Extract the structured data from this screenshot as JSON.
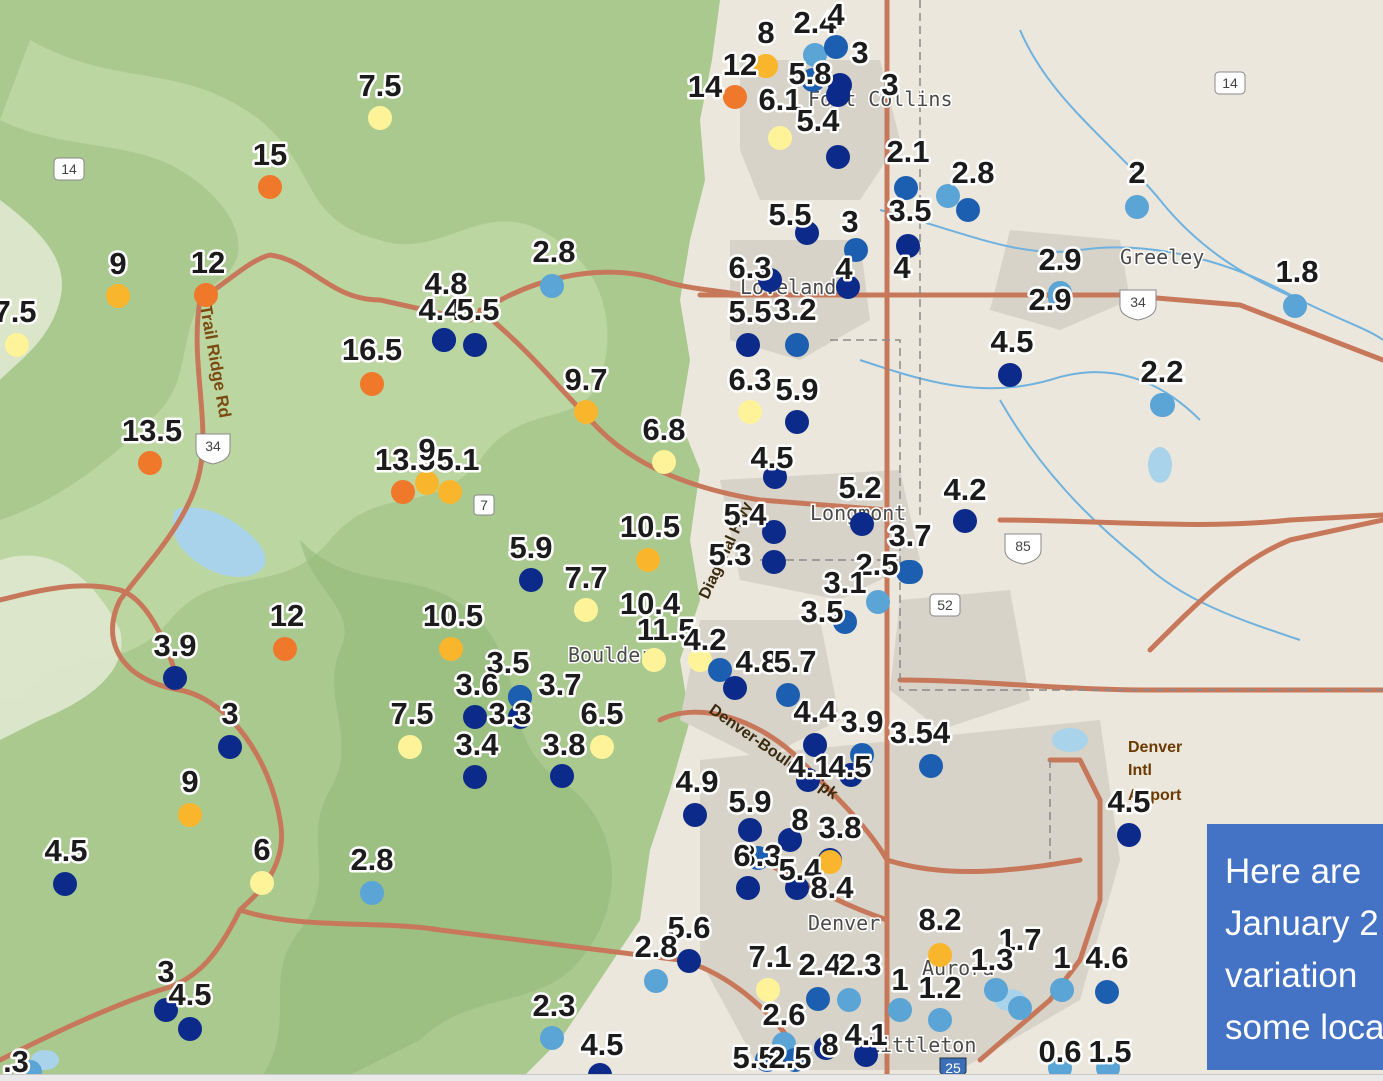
{
  "towns": {
    "fort_collins": "Fort Collins",
    "greeley": "Greeley",
    "loveland": "Loveland",
    "longmont": "Longmont",
    "boulder": "Boulder",
    "denver": "Denver",
    "aurora": "Aurora",
    "littleton": "Littleton"
  },
  "airport": {
    "line1": "Denver",
    "line2": "Intl",
    "line3": "Airport"
  },
  "roads": {
    "peak_to_peak": "Trail Ridge Rd",
    "diagonal": "Diagonal Hwy",
    "denver_boulder": "Denver-Boulder Tpk"
  },
  "shields": {
    "us34a": "34",
    "us34b": "34",
    "sh14a": "14",
    "sh14b": "14",
    "sh7": "7",
    "us85": "85",
    "sh52": "52",
    "i25": "25"
  },
  "callout": {
    "lines": [
      "Here are",
      "January 2",
      "variation",
      "some loca"
    ]
  },
  "colors": {
    "dark_blue": "#0b2a8a",
    "medium_blue": "#1c5fb0",
    "light_blue": "#5aa4d6",
    "pale_yellow": "#fff39a",
    "yellow_orange": "#f9b62c",
    "orange": "#f0782a"
  },
  "observations": [
    {
      "label": "7.5",
      "level": "pale_yellow"
    },
    {
      "label": "15",
      "level": "orange"
    },
    {
      "label": "9",
      "level": "yellow_orange"
    },
    {
      "label": "12",
      "level": "orange"
    },
    {
      "label": "7.5",
      "level": "pale_yellow"
    },
    {
      "label": "4.8",
      "level": "dark_blue"
    },
    {
      "label": "4.4",
      "level": "dark_blue"
    },
    {
      "label": "5.5",
      "level": "dark_blue"
    },
    {
      "label": "2.8",
      "level": "light_blue"
    },
    {
      "label": "16.5",
      "level": "orange"
    },
    {
      "label": "9.7",
      "level": "yellow_orange"
    },
    {
      "label": "13.5",
      "level": "orange"
    },
    {
      "label": "6.8",
      "level": "pale_yellow"
    },
    {
      "label": "13.5",
      "level": "orange"
    },
    {
      "label": "9",
      "level": "yellow_orange"
    },
    {
      "label": "5.1",
      "level": "yellow_orange"
    },
    {
      "label": "5.9",
      "level": "dark_blue"
    },
    {
      "label": "10.5",
      "level": "yellow_orange"
    },
    {
      "label": "7.7",
      "level": "pale_yellow"
    },
    {
      "label": "12",
      "level": "orange"
    },
    {
      "label": "10.5",
      "level": "yellow_orange"
    },
    {
      "label": "3.9",
      "level": "dark_blue"
    },
    {
      "label": "3",
      "level": "dark_blue"
    },
    {
      "label": "3.5",
      "level": "dark_blue"
    },
    {
      "label": "3.6",
      "level": "dark_blue"
    },
    {
      "label": "3.7",
      "level": "medium_blue"
    },
    {
      "label": "7.5",
      "level": "pale_yellow"
    },
    {
      "label": "3.3",
      "level": "dark_blue"
    },
    {
      "label": "6.5",
      "level": "pale_yellow"
    },
    {
      "label": "3.4",
      "level": "dark_blue"
    },
    {
      "label": "3.8",
      "level": "dark_blue"
    },
    {
      "label": "9",
      "level": "yellow_orange"
    },
    {
      "label": "4.5",
      "level": "dark_blue"
    },
    {
      "label": "6",
      "level": "pale_yellow"
    },
    {
      "label": "2.8",
      "level": "light_blue"
    },
    {
      "label": "3",
      "level": "dark_blue"
    },
    {
      "label": "4.5",
      "level": "dark_blue"
    },
    {
      "label": "2.3",
      "level": "light_blue"
    },
    {
      "label": "4.5",
      "level": "dark_blue"
    },
    {
      "label": "8",
      "level": "yellow_orange"
    },
    {
      "label": "2.4",
      "level": "light_blue"
    },
    {
      "label": "4",
      "level": "medium_blue"
    },
    {
      "label": "3",
      "level": "dark_blue"
    },
    {
      "label": "12",
      "level": "yellow_orange"
    },
    {
      "label": "14",
      "level": "orange"
    },
    {
      "label": "5.8",
      "level": "medium_blue"
    },
    {
      "label": "6.1",
      "level": "pale_yellow"
    },
    {
      "label": "3",
      "level": "dark_blue"
    },
    {
      "label": "5.4",
      "level": "dark_blue"
    },
    {
      "label": "2.1",
      "level": "medium_blue"
    },
    {
      "label": "2.8",
      "level": "light_blue"
    },
    {
      "label": "3.5",
      "level": "medium_blue"
    },
    {
      "label": "2",
      "level": "light_blue"
    },
    {
      "label": "5.5",
      "level": "dark_blue"
    },
    {
      "label": "3",
      "level": "medium_blue"
    },
    {
      "label": "4",
      "level": "dark_blue"
    },
    {
      "label": "2.9",
      "level": "light_blue"
    },
    {
      "label": "2.2",
      "level": "light_blue"
    },
    {
      "label": "6.3",
      "level": "dark_blue"
    },
    {
      "label": "4",
      "level": "dark_blue"
    },
    {
      "label": "2.9",
      "level": "light_blue"
    },
    {
      "label": "1.8",
      "level": "light_blue"
    },
    {
      "label": "5.5",
      "level": "dark_blue"
    },
    {
      "label": "3.2",
      "level": "medium_blue"
    },
    {
      "label": "4.5",
      "level": "dark_blue"
    },
    {
      "label": "2.2",
      "level": "light_blue"
    },
    {
      "label": "6.3",
      "level": "pale_yellow"
    },
    {
      "label": "5.9",
      "level": "dark_blue"
    },
    {
      "label": "4.5",
      "level": "dark_blue"
    },
    {
      "label": "5.2",
      "level": "dark_blue"
    },
    {
      "label": "4.2",
      "level": "dark_blue"
    },
    {
      "label": "3.7",
      "level": "medium_blue"
    },
    {
      "label": "5.4",
      "level": "dark_blue"
    },
    {
      "label": "5.3",
      "level": "dark_blue"
    },
    {
      "label": "2.5",
      "level": "medium_blue"
    },
    {
      "label": "3.1",
      "level": "light_blue"
    },
    {
      "label": "3.5",
      "level": "medium_blue"
    },
    {
      "label": "10.4",
      "level": "pale_yellow"
    },
    {
      "label": "11.5",
      "level": "pale_yellow"
    },
    {
      "label": "4.2",
      "level": "medium_blue"
    },
    {
      "label": "4.8",
      "level": "dark_blue"
    },
    {
      "label": "5.7",
      "level": "medium_blue"
    },
    {
      "label": "4.4",
      "level": "dark_blue"
    },
    {
      "label": "3.9",
      "level": "medium_blue"
    },
    {
      "label": "3.54",
      "level": "medium_blue"
    },
    {
      "label": "4.1",
      "level": "dark_blue"
    },
    {
      "label": "4.5",
      "level": "dark_blue"
    },
    {
      "label": "4.5",
      "level": "dark_blue"
    },
    {
      "label": "4.9",
      "level": "dark_blue"
    },
    {
      "label": "5.9",
      "level": "dark_blue"
    },
    {
      "label": "8",
      "level": "dark_blue"
    },
    {
      "label": "3.8",
      "level": "dark_blue"
    },
    {
      "label": "3.3",
      "level": "medium_blue"
    },
    {
      "label": "6",
      "level": "dark_blue"
    },
    {
      "label": "5.4",
      "level": "dark_blue"
    },
    {
      "label": "8.4",
      "level": "yellow_orange"
    },
    {
      "label": "5.6",
      "level": "dark_blue"
    },
    {
      "label": "2.8",
      "level": "light_blue"
    },
    {
      "label": "8.2",
      "level": "yellow_orange"
    },
    {
      "label": "7.1",
      "level": "pale_yellow"
    },
    {
      "label": "2.4",
      "level": "medium_blue"
    },
    {
      "label": "2.3",
      "level": "light_blue"
    },
    {
      "label": "1",
      "level": "light_blue"
    },
    {
      "label": "1.2",
      "level": "light_blue"
    },
    {
      "label": "1.7",
      "level": "light_blue"
    },
    {
      "label": "1.3",
      "level": "light_blue"
    },
    {
      "label": "1",
      "level": "light_blue"
    },
    {
      "label": "4.6",
      "level": "medium_blue"
    },
    {
      "label": "2.6",
      "level": "light_blue"
    },
    {
      "label": "4.1",
      "level": "dark_blue"
    },
    {
      "label": "8",
      "level": "dark_blue"
    },
    {
      "label": "5.5",
      "level": "medium_blue"
    },
    {
      "label": "2.5",
      "level": "medium_blue"
    },
    {
      "label": "0.6",
      "level": "light_blue"
    },
    {
      "label": "1.5",
      "level": "light_blue"
    },
    {
      "label": ".3",
      "level": "light_blue"
    }
  ]
}
